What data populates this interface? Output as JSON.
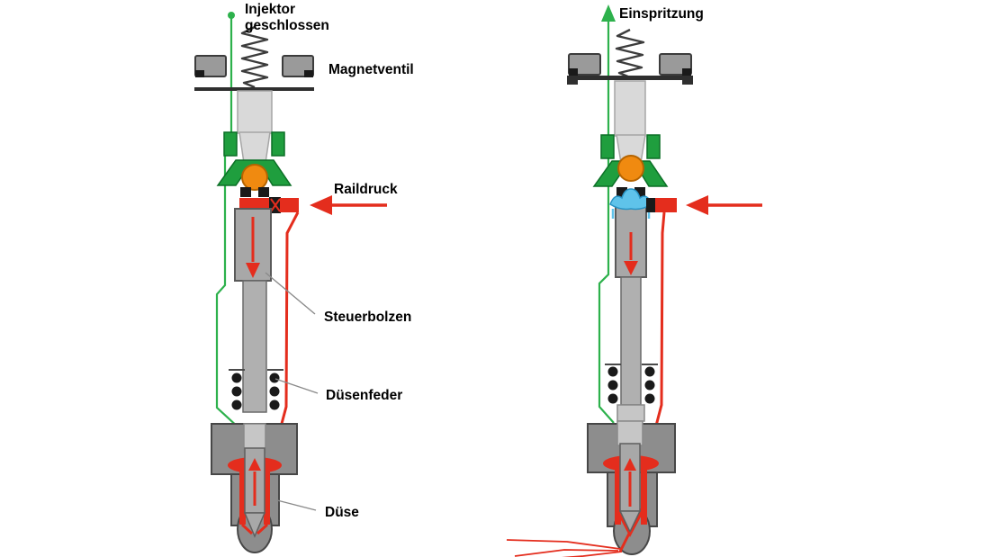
{
  "diagram": {
    "left": {
      "state_line1": "Injektor",
      "state_line2": "geschlossen"
    },
    "right": {
      "state": "Einspritzung"
    },
    "labels": {
      "solenoid_valve": "Magnetventil",
      "rail_pressure": "Raildruck",
      "control_pin": "Steuerbolzen",
      "nozzle_spring": "Düsenfeder",
      "nozzle": "Düse"
    }
  },
  "palette": {
    "bg": "#ffffff",
    "text": "#000000",
    "green-bright": "#2db14c",
    "green-body": "#1f9e3e",
    "green-dark": "#0b6f26",
    "orange": "#f08a10",
    "orange-dark": "#b56400",
    "red": "#e42d1d",
    "cyan": "#5fc3ea",
    "cyan-dark": "#2893c4",
    "gray-light": "#d9d9d9",
    "gray-mid": "#a8a8a8",
    "gray-rod": "#b0b0b0",
    "gray-nozzle": "#8d8d8d",
    "gray-coil": "#9a9a9a",
    "dark": "#1a1a1a",
    "leader": "#8a8a8a"
  }
}
